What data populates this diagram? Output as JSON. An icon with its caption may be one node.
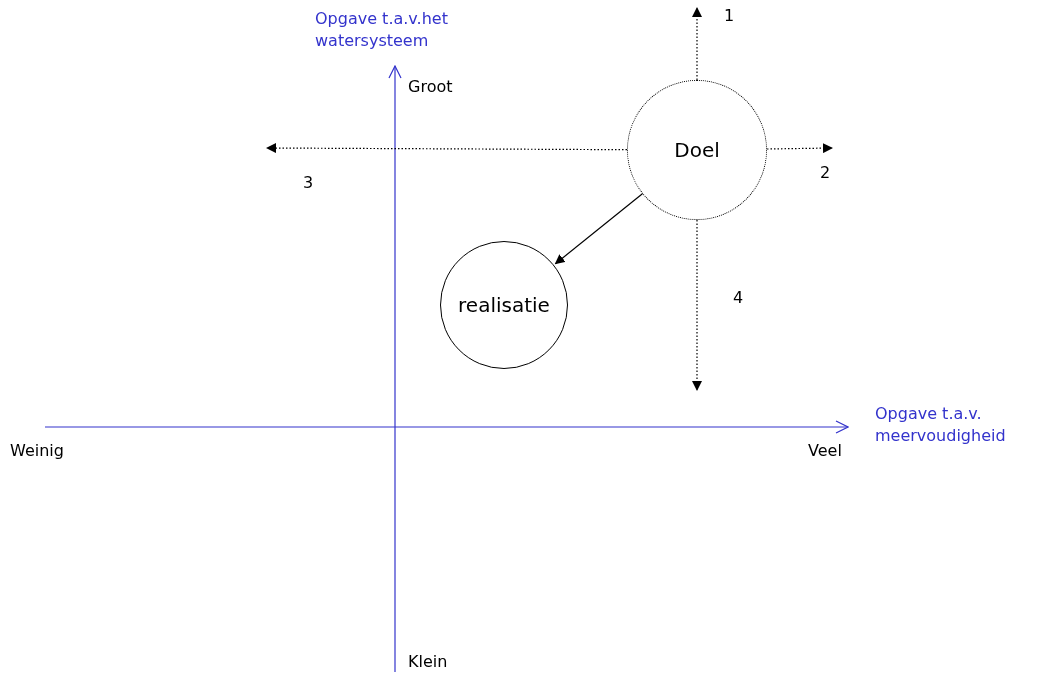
{
  "diagram": {
    "nodes": [
      {
        "text": [
          "Doel"
        ]
      },
      {
        "text": [
          "realisatie"
        ]
      }
    ],
    "edges": [
      {
        "from": 0,
        "to": null,
        "arrow": "to",
        "label": "1",
        "style": "dashed"
      },
      {
        "from": 0,
        "to": null,
        "arrow": "to",
        "label": "2",
        "style": "dashed"
      },
      {
        "from": 0,
        "to": null,
        "arrow": "to",
        "label": "3",
        "style": "dashed"
      },
      {
        "from": 0,
        "to": null,
        "arrow": "to",
        "label": "4",
        "style": "dashed"
      },
      {
        "from": 0,
        "to": 1,
        "arrow": "to"
      }
    ],
    "labels": [
      "Opgave t.a.v.het watersysteem",
      "Groot",
      "Weinig",
      "Veel",
      "Opgave t.a.v. meervoudigheid",
      "Klein"
    ]
  }
}
